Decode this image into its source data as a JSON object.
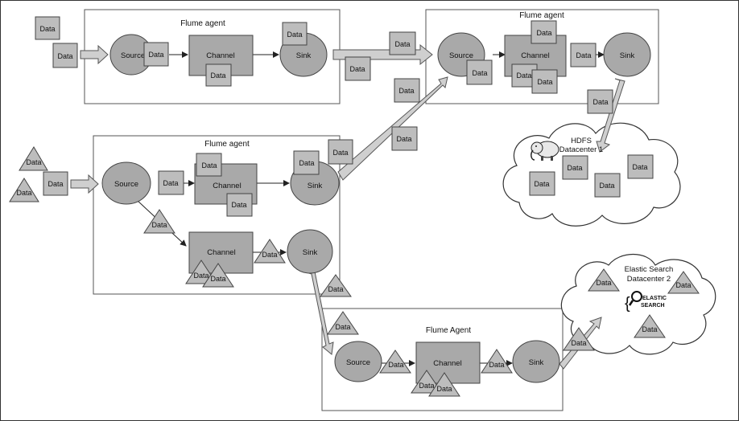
{
  "agents": {
    "top_left_title": "Flume agent",
    "top_right_title": "Flume agent",
    "middle_title": "Flume agent",
    "bottom_title": "Flume Agent"
  },
  "labels": {
    "source": "Source",
    "channel": "Channel",
    "sink": "Sink",
    "data": "Data"
  },
  "hdfs": {
    "line1": "HDFS",
    "line2": "Datacenter 1"
  },
  "elastic": {
    "line1": "Elastic Search",
    "line2": "Datacenter 2",
    "logo_text": "ELASTIC SEARCH"
  },
  "icons": {
    "hdfs": "hadoop-elephant-icon",
    "elastic": "elasticsearch-logo-icon"
  },
  "colors": {
    "node_fill": "#a9a9a9",
    "packet_fill": "#bdbdbd",
    "flow_arrow_fill": "#cfcfcf",
    "outline": "#444444"
  }
}
